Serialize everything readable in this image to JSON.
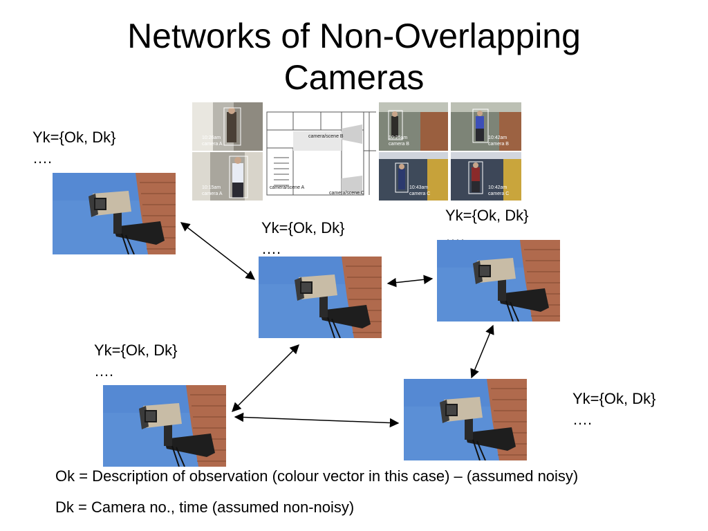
{
  "title": "Networks of Non-Overlapping Cameras",
  "node_label": {
    "line1": "Yk={Ok, Dk}",
    "line2": "…."
  },
  "legend": {
    "ok_line": "Ok = Description of observation (colour vector in this case) – (assumed noisy)",
    "dk_line": "Dk = Camera no., time (assumed non-noisy)"
  },
  "figure": {
    "frames": [
      {
        "time": "10:26am",
        "camera": "camera A"
      },
      {
        "time": "10:15am",
        "camera": "camera A"
      },
      {
        "time": "10:25am",
        "camera": "camera B"
      },
      {
        "time": "10:42am",
        "camera": "camera B"
      },
      {
        "time": "10:43am",
        "camera": "camera C"
      },
      {
        "time": "10:42am",
        "camera": "camera C"
      }
    ],
    "floorplan_labels": [
      "camera/scene B",
      "camera/scene A",
      "camera/scene C"
    ]
  },
  "colors": {
    "sky": "#5b8fd6",
    "brick": "#b06a4d",
    "camera_body": "#c8bca6",
    "arrow": "#000000"
  }
}
